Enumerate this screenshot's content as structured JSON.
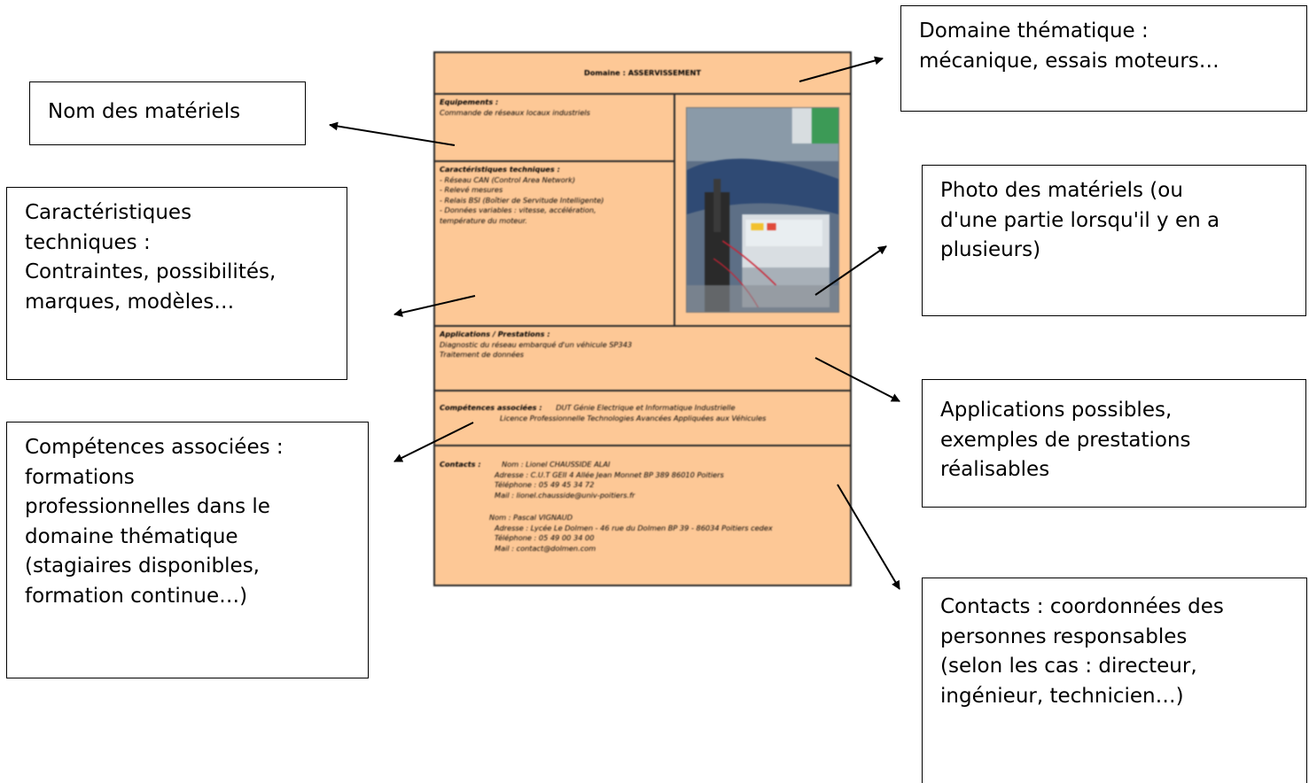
{
  "sheet": {
    "header": "Domaine : ASSERVISSEMENT",
    "equipments": {
      "title": "Equipements :",
      "lines": [
        "Commande de réseaux locaux industriels"
      ]
    },
    "characteristics": {
      "title": "Caractéristiques techniques :",
      "lines": [
        "- Réseau CAN (Control Area Network)",
        "- Relevé mesures",
        "- Relais BSI (Boîtier de Servitude Intelligente)",
        "- Données variables : vitesse, accélération,",
        "température du moteur."
      ]
    },
    "applications": {
      "title": "Applications / Prestations :",
      "lines": [
        "Diagnostic du réseau embarqué d'un véhicule SP343",
        "Traitement de données"
      ]
    },
    "competences": {
      "title": "Compétences associées :",
      "line1": "DUT Génie Electrique et Informatique Industrielle",
      "line2": "Licence Professionnelle Technologies Avancées Appliquées aux Véhicules"
    },
    "contacts": {
      "title": "Contacts :",
      "block1": [
        "Nom : Lionel CHAUSSIDE ALAI",
        "Adresse : C.U.T GEII 4 Allée Jean Monnet BP 389 86010 Poitiers",
        "Téléphone : 05 49 45 34 72",
        "Mail : lionel.chausside@univ-poitiers.fr"
      ],
      "block2": [
        "Nom : Pascal VIGNAUD",
        "Adresse : Lycée Le Dolmen - 46 rue du Dolmen BP 39 - 86034 Poitiers cedex",
        "Téléphone : 05 49 00 34 00",
        "Mail : contact@dolmen.com"
      ]
    }
  },
  "callouts": {
    "nom": [
      "Nom des matériels"
    ],
    "carac": [
      "Caractéristiques",
      "techniques :",
      "Contraintes, possibilités,",
      "marques, modèles…"
    ],
    "comp": [
      "Compétences associées :",
      "formations",
      "professionnelles dans le",
      "domaine thématique",
      "(stagiaires disponibles,",
      "formation continue…)"
    ],
    "domaine": [
      "Domaine thématique :",
      "mécanique, essais moteurs…"
    ],
    "photo": [
      "Photo des matériels (ou",
      "d'une partie lorsqu'il y en a",
      "plusieurs)"
    ],
    "apps": [
      "Applications possibles,",
      "exemples de prestations",
      "réalisables"
    ],
    "contacts": [
      "Contacts : coordonnées des",
      "personnes responsables",
      "(selon les cas : directeur,",
      "ingénieur, technicien…)"
    ]
  }
}
